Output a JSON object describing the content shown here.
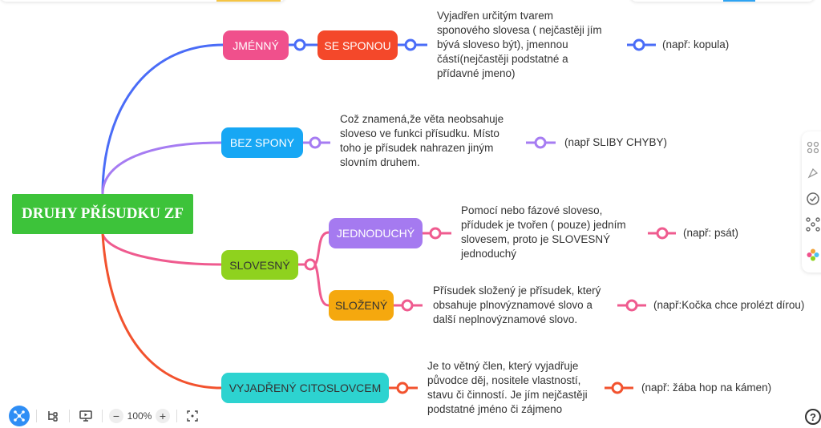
{
  "root": {
    "label": "DRUHY PŘÍSUDKU ZF"
  },
  "branches": {
    "jmenny": {
      "label": "JMÉNNÝ",
      "child_label": "SE SPONOU",
      "description": "Vyjadřen určitým tvarem\nsponového slovesa ( nejčastěji jím\nbývá sloveso být), jmennou\nčástí(nejčastěji podstatné a\npřídavné jmeno)",
      "example": "(např: kopula)",
      "color": "#4a6cf7"
    },
    "bez_spony": {
      "label": "BEZ SPONY",
      "description": "Což znamená,že věta neobsahuje\nsloveso ve funkci přísudku. Místo\ntoho je přísudek nahrazen jiným\nslovním druhem.",
      "example": "(např SLIBY CHYBY)",
      "color": "#a67cf2"
    },
    "slovesny": {
      "label": "SLOVESNÝ",
      "color": "#ef5b8f",
      "jednoduchy": {
        "label": "JEDNODUCHÝ",
        "description": "Pomocí nebo fázové sloveso,\npřídudek je tvořen ( pouze) jedním\nslovesem, proto je SLOVESNÝ\njednoduchý",
        "example": "(např: psát)"
      },
      "slozeny": {
        "label": "SLOŽENÝ",
        "description": "Přísudek složený je přísudek, který\nobsahuje plnovýznamové slovo a\ndalší neplnovýznamové slovo.",
        "example": "(např:Kočka chce prolézt dírou)"
      }
    },
    "citoslovcem": {
      "label": "VYJADŘENÝ CITOSLOVCEM",
      "description": "Je to větný člen, který vyjadřuje\npůvodce  děj, nositele vlastností,\nstavu či činností. Je jím nejčastěji\npodstatné  jméno či zájmeno",
      "example": "(např: žába hop na kámen)",
      "color": "#f2522e"
    }
  },
  "toolbar": {
    "zoom": "100%",
    "minus": "−",
    "plus": "+"
  },
  "help": {
    "label": "?"
  },
  "colors": {
    "root": "#3dc33a",
    "jmenny_node": "#f0508c",
    "se_sponou_node": "#f4482a",
    "bez_spony_node": "#17a7f4",
    "slovesny_node": "#8fd21e",
    "jednoduchy_node": "#a57af0",
    "slozeny_node": "#f5a80e",
    "citoslovcem_node": "#2dd3d0"
  }
}
